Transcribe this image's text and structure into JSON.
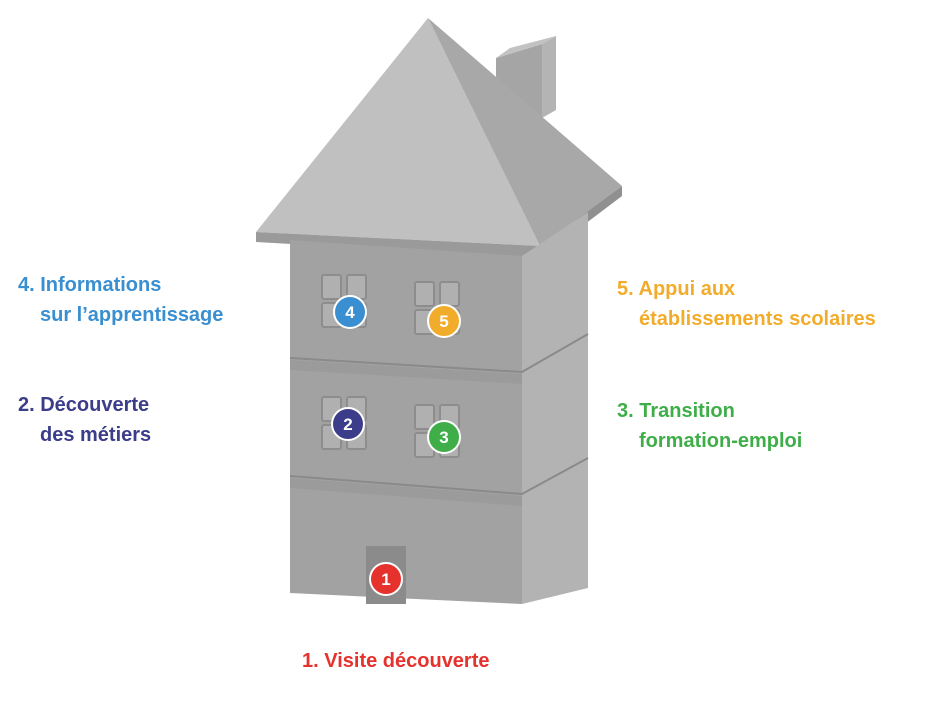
{
  "colors": {
    "wall_front": "#a1a1a1",
    "wall_side": "#b5b5b5",
    "roof": "#b9b9b9",
    "roof_dark": "#a6a6a6",
    "window": "#adadad",
    "window_frame": "#8e8e8e",
    "step1": "#e5322d",
    "step2": "#3b3d8a",
    "step3": "#3fae49",
    "step4": "#3a8fd0",
    "step5": "#f2ac2c"
  },
  "steps": [
    {
      "number": "1",
      "label_lines": [
        "1. Visite découverte"
      ],
      "color": "#e5322d"
    },
    {
      "number": "2",
      "label_lines": [
        "2. Découverte",
        "des métiers"
      ],
      "color": "#3b3d8a"
    },
    {
      "number": "3",
      "label_lines": [
        "3. Transition",
        "formation-emploi"
      ],
      "color": "#3fae49"
    },
    {
      "number": "4",
      "label_lines": [
        "4. Informations",
        "sur l’apprentissage"
      ],
      "color": "#3a8fd0"
    },
    {
      "number": "5",
      "label_lines": [
        "5. Appui aux",
        "établissements scolaires"
      ],
      "color": "#f2ac2c"
    }
  ]
}
